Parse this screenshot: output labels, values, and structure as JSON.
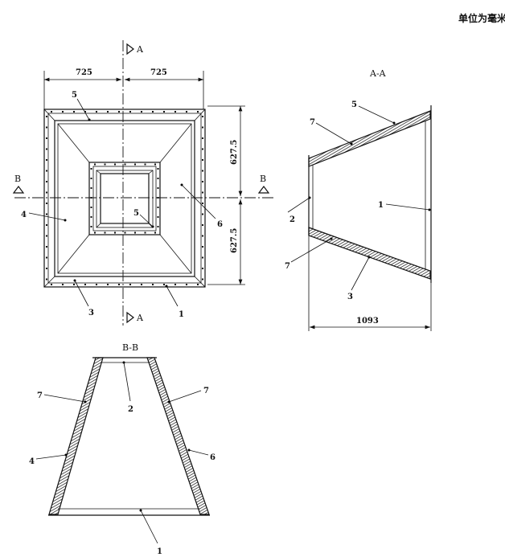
{
  "unit_note": "单位为毫米",
  "plan_view": {
    "section_a_top": "A",
    "section_a_bottom": "A",
    "section_b_left": "B",
    "section_b_right": "B",
    "dim_width_left": "725",
    "dim_width_right": "725",
    "dim_height_top": "627.5",
    "dim_height_bottom": "627.5",
    "labels": {
      "p5_top": "5",
      "p4": "4",
      "p3": "3",
      "p1": "1",
      "p6": "6",
      "p5_inner": "5"
    }
  },
  "section_aa": {
    "title": "A-A",
    "dim_length": "1093",
    "labels": {
      "p5": "5",
      "p7_top": "7",
      "p2": "2",
      "p1": "1",
      "p7_bottom": "7",
      "p3": "3"
    }
  },
  "section_bb": {
    "title": "B-B",
    "labels": {
      "p7_left": "7",
      "p2": "2",
      "p7_right": "7",
      "p4": "4",
      "p6": "6",
      "p1": "1"
    }
  }
}
